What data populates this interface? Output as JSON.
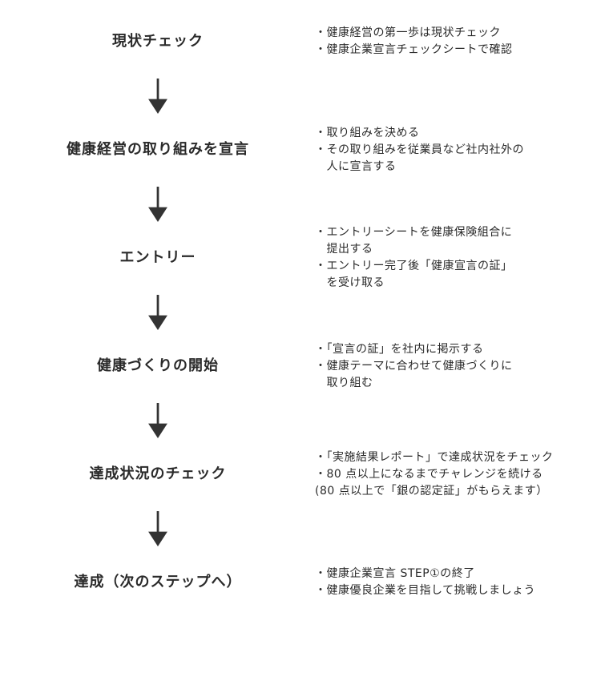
{
  "steps": [
    {
      "title": "現状チェック",
      "lines": [
        "・健康経営の第一歩は現状チェック",
        "・健康企業宣言チェックシートで確認"
      ]
    },
    {
      "title": "健康経営の取り組みを宣言",
      "lines": [
        "・取り組みを決める",
        "・その取り組みを従業員など社内社外の",
        "　人に宣言する"
      ]
    },
    {
      "title": "エントリー",
      "lines": [
        "・エントリーシートを健康保険組合に",
        "　提出する",
        "・エントリー完了後「健康宣言の証」",
        "　を受け取る"
      ]
    },
    {
      "title": "健康づくりの開始",
      "lines": [
        "・「宣言の証」を社内に掲示する",
        "・健康テーマに合わせて健康づくりに",
        "　取り組む"
      ]
    },
    {
      "title": "達成状況のチェック",
      "lines": [
        "・「実施結果レポート」で達成状況をチェック",
        "・80 点以上になるまでチャレンジを続ける",
        "(80 点以上で「銀の認定証」がもらえます）"
      ]
    },
    {
      "title": "達成（次のステップへ）",
      "lines": [
        "・健康企業宣言 STEP①の終了",
        "・健康優良企業を目指して挑戦しましょう"
      ]
    }
  ]
}
